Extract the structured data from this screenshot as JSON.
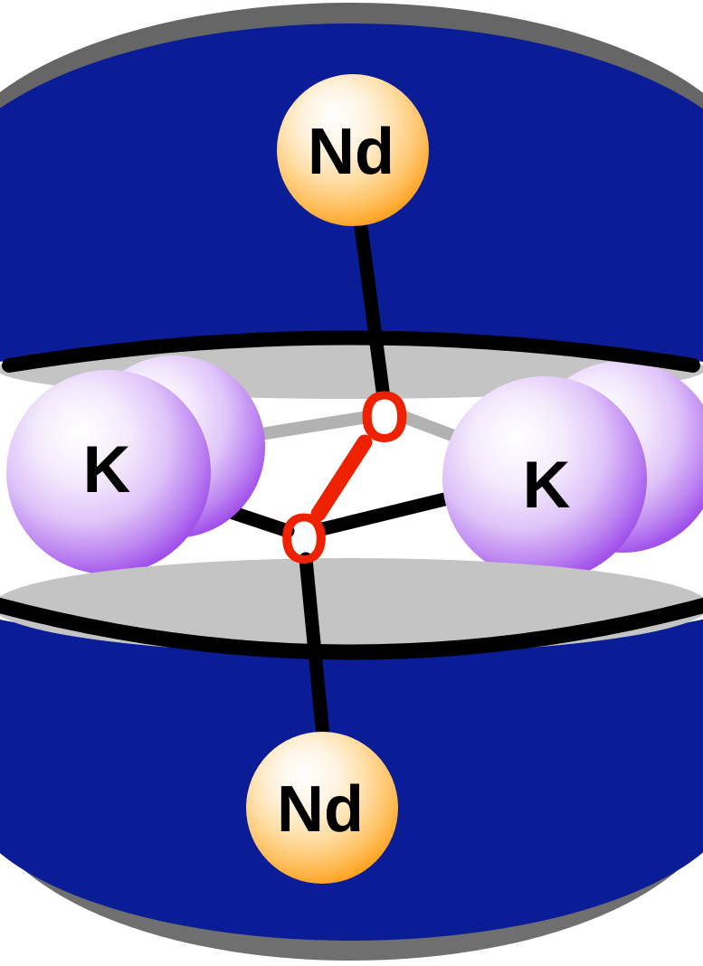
{
  "diagram": {
    "type": "crystal-structure-illustration",
    "atoms": [
      {
        "label": "Nd",
        "position": "top",
        "species": "neodymium"
      },
      {
        "label": "Nd",
        "position": "bottom",
        "species": "neodymium"
      },
      {
        "label": "K",
        "position": "left",
        "species": "potassium"
      },
      {
        "label": "K",
        "position": "right",
        "species": "potassium"
      },
      {
        "label": "O",
        "position": "upper",
        "species": "oxygen"
      },
      {
        "label": "O",
        "position": "lower",
        "species": "oxygen"
      }
    ],
    "bonds": [
      {
        "from": "O-upper",
        "to": "Nd-top",
        "style": "black"
      },
      {
        "from": "O-lower",
        "to": "Nd-bottom",
        "style": "black"
      },
      {
        "from": "O-lower",
        "to": "K-left",
        "style": "black"
      },
      {
        "from": "O-lower",
        "to": "K-right",
        "style": "black"
      },
      {
        "from": "O-upper",
        "to": "K-left",
        "style": "gray"
      },
      {
        "from": "O-upper",
        "to": "K-right",
        "style": "gray"
      },
      {
        "from": "O-upper",
        "to": "O-lower",
        "style": "red-peroxide"
      }
    ],
    "colors": {
      "slab_blue": "#0A1C96",
      "slab_face_gray": "#C4C4C4",
      "slab_rim_gray": "#666666",
      "slab_rim_bottom_gray": "#6F6F6F",
      "bond_black": "#000000",
      "bond_gray": "#B2B2B2",
      "oxygen_red": "#EE2200",
      "potassium_purple": "#8A2BE2",
      "neodymium_orange": "#F08A00"
    }
  }
}
